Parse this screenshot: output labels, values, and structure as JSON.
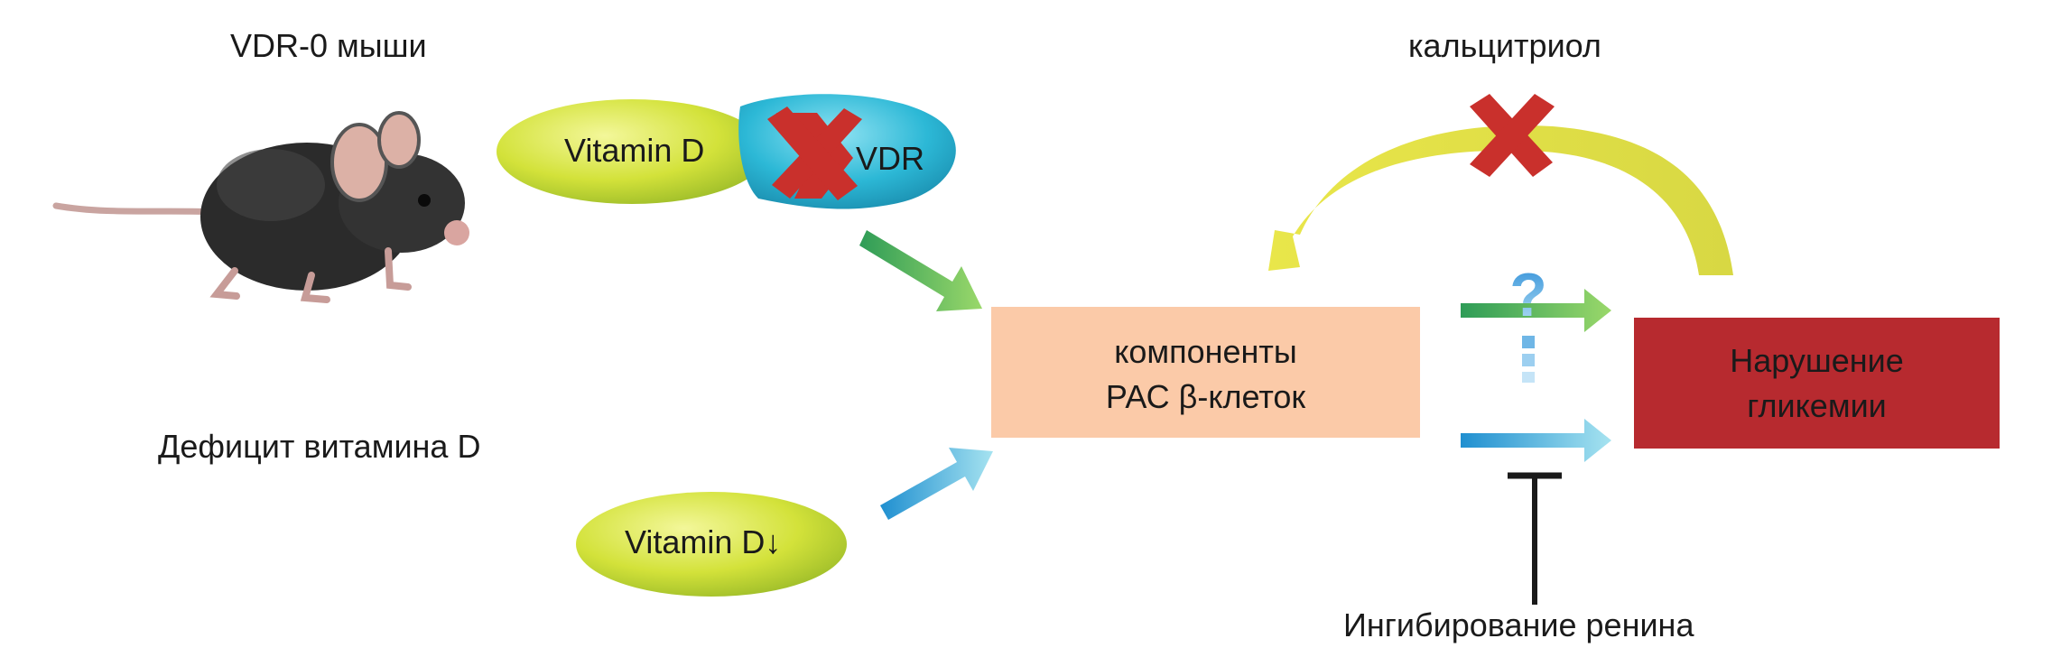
{
  "labels": {
    "mouse_title": "VDR-0 мыши",
    "deficiency": "Дефицит витамина D",
    "calcitriol": "кальцитриол",
    "renin_inhibition": "Ингибирование ренина"
  },
  "ovals": {
    "vitamin_d": "Vitamin D",
    "vdr": "VDR",
    "vitamin_d_low": "Vitamin D↓"
  },
  "boxes": {
    "components_line1": "компоненты",
    "components_line2": "РАС β-клеток",
    "glycemia_line1": "Нарушение",
    "glycemia_line2": "гликемии"
  },
  "symbols": {
    "question": "?"
  },
  "colors": {
    "oval_green": "#cfe23a",
    "oval_blue": "#2cb8d6",
    "box_peach": "#fbcaa8",
    "box_red": "#b72a2f",
    "cross_red": "#c9302c",
    "arrow_green": "#58b94a",
    "arrow_blue": "#37a9d8",
    "arrow_yellow": "#e6e04c"
  }
}
